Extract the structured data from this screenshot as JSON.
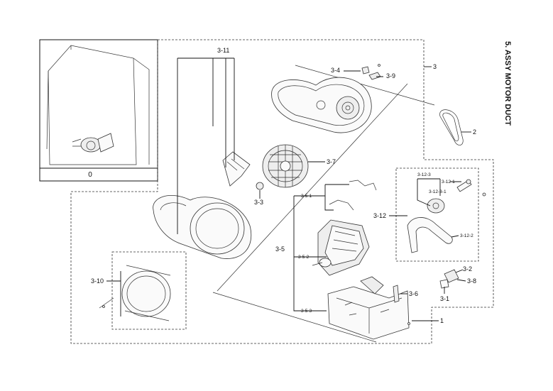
{
  "title": "5. ASSY MOTOR DUCT",
  "inset_label": "0",
  "labels": {
    "p3_11": "3-11",
    "p3_4": "3-4",
    "p3_9": "3-9",
    "p3": "3",
    "p2": "2",
    "p3_7": "3-7",
    "p3_3": "3-3",
    "p3_12_3": "3-12-3",
    "p3_12_1": "3-12-1",
    "p3_12_3_1": "3-12-3-1",
    "p3_12": "3-12",
    "p3_12_2": "3-12-2",
    "p3_5_1": "3-5-1",
    "p3_5": "3-5",
    "p3_5_2": "3-5-2",
    "p3_5_3": "3-5-3",
    "p3_10": "3-10",
    "p3_6": "3-6",
    "p3_2": "3-2",
    "p3_8": "3-8",
    "p3_1": "3-1",
    "p1": "1"
  }
}
